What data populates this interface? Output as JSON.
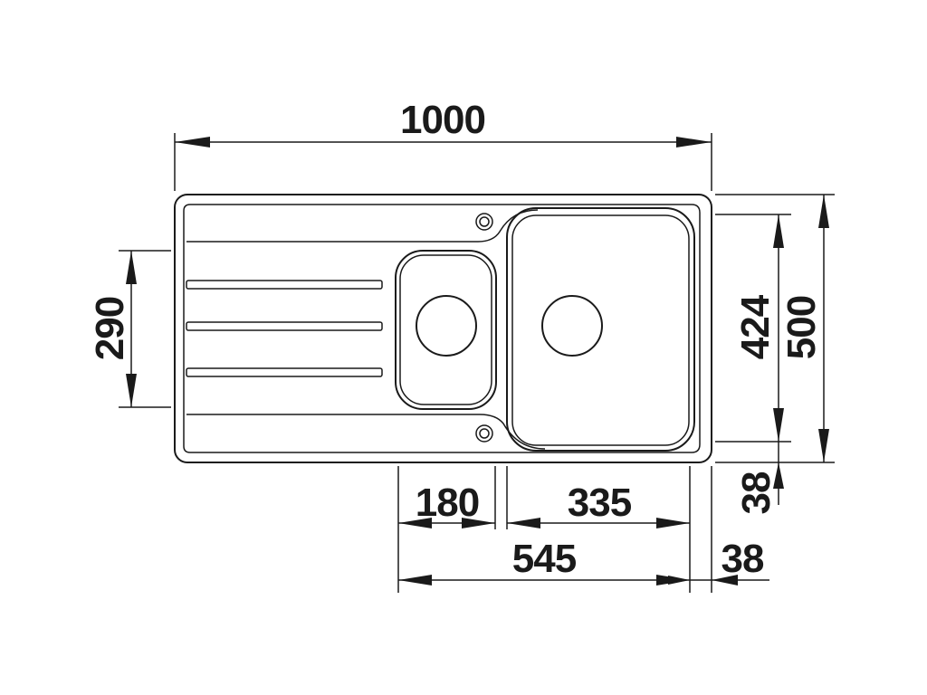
{
  "drawing": {
    "dimensions": {
      "overall_width": "1000",
      "drainer_height": "290",
      "large_bowl_height": "424",
      "overall_depth": "500",
      "small_bowl_width": "180",
      "large_bowl_width": "335",
      "bowls_width": "545",
      "rim_bottom": "38",
      "rim_right": "38"
    }
  }
}
